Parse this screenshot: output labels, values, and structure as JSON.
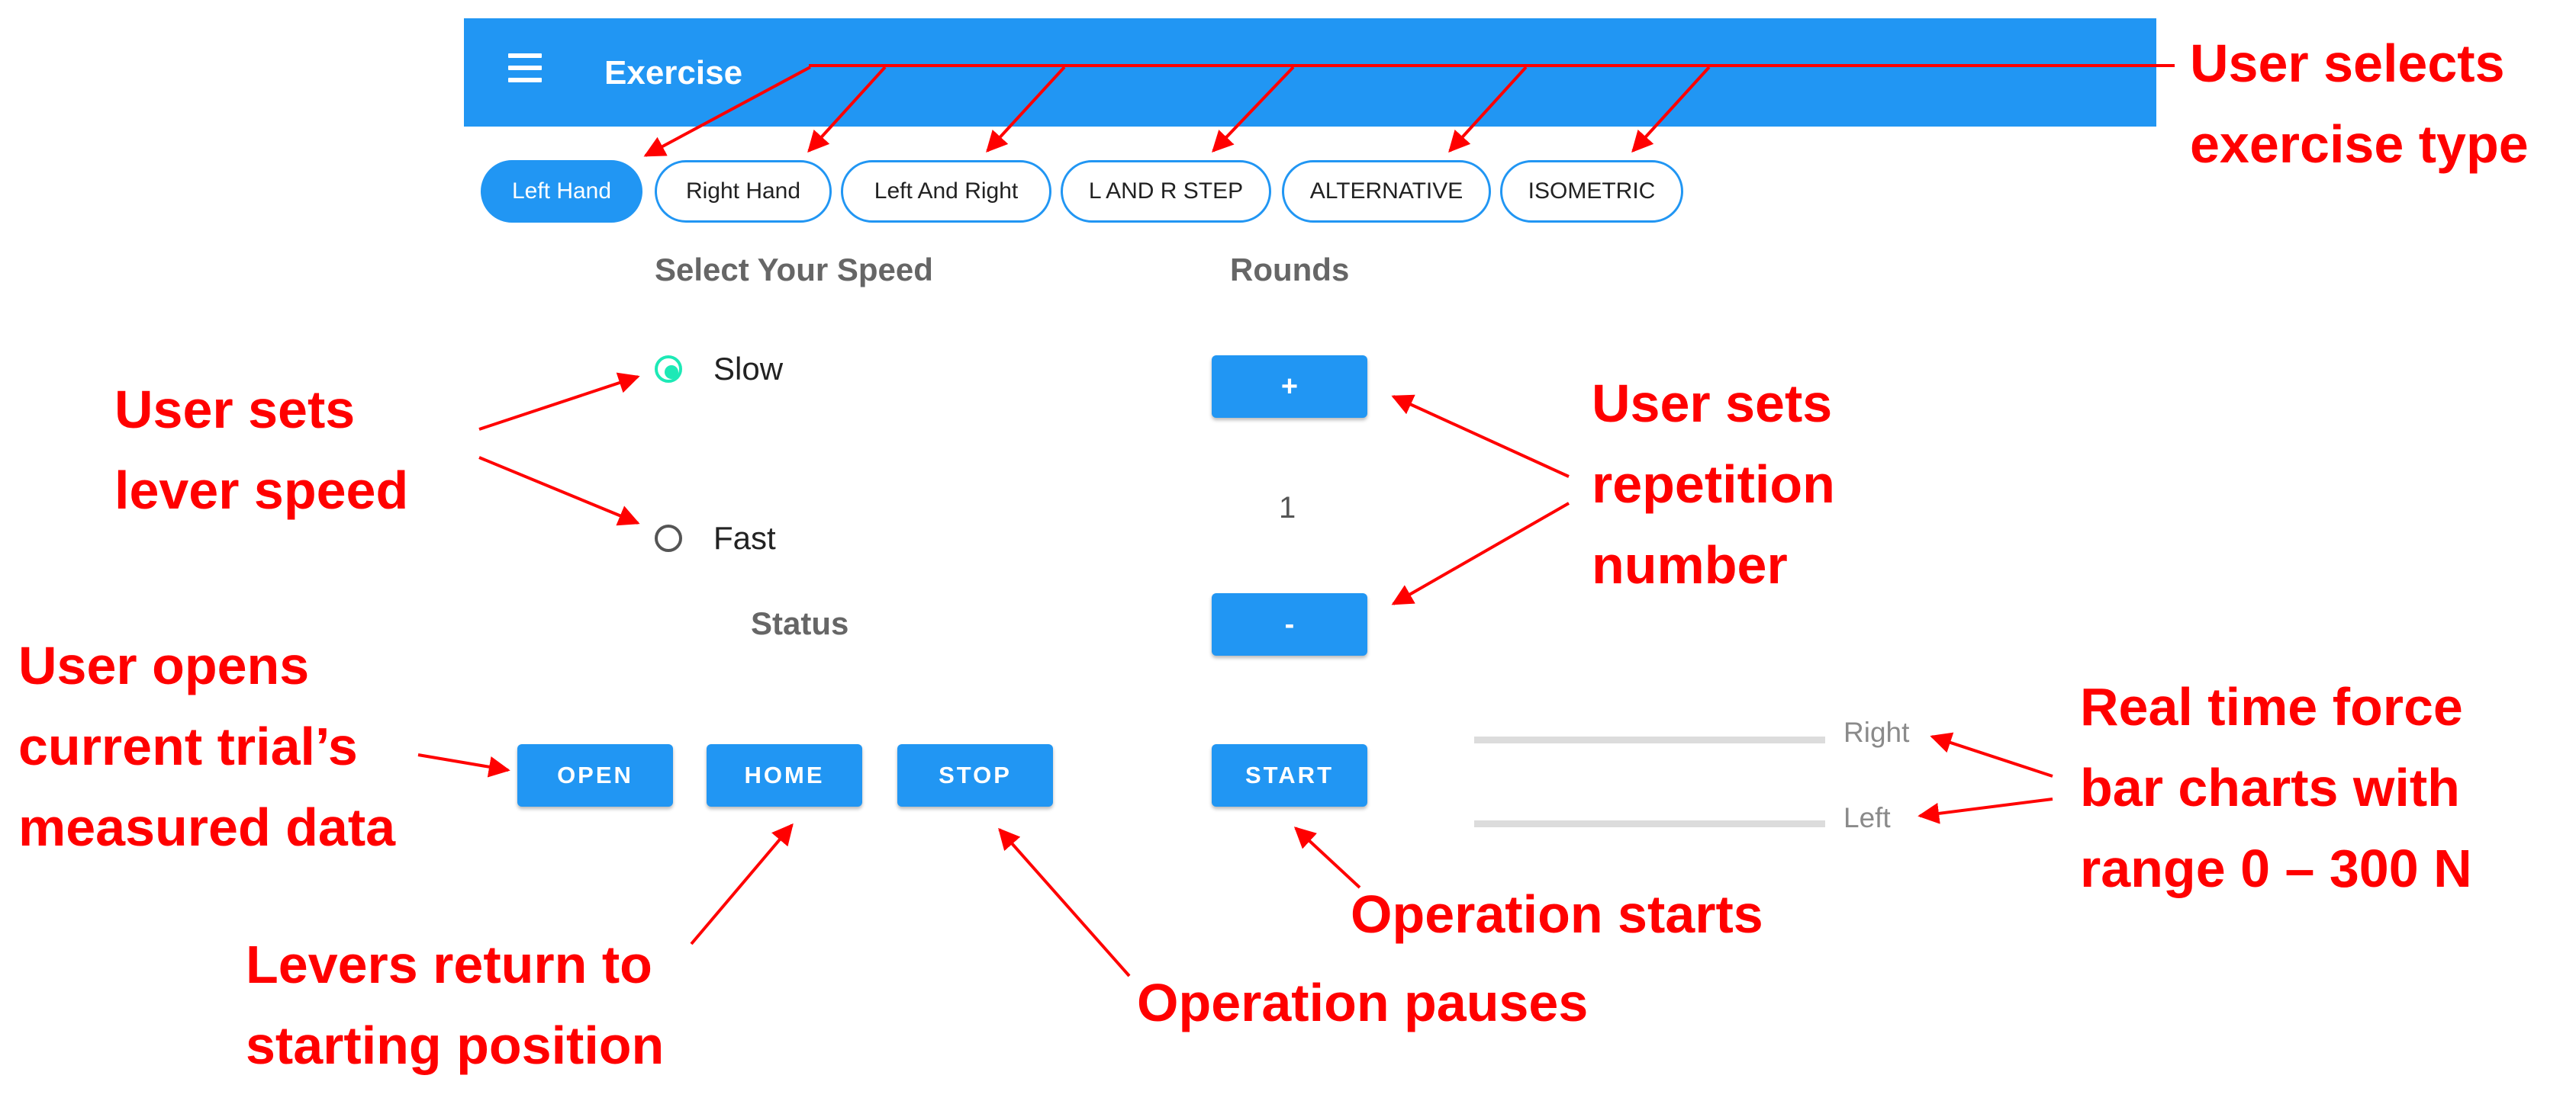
{
  "app": {
    "title": "Exercise"
  },
  "tabs": [
    {
      "label": "Left Hand",
      "selected": true
    },
    {
      "label": "Right Hand",
      "selected": false
    },
    {
      "label": "Left And Right",
      "selected": false
    },
    {
      "label": "L AND R STEP",
      "selected": false
    },
    {
      "label": "ALTERNATIVE",
      "selected": false
    },
    {
      "label": "ISOMETRIC",
      "selected": false
    }
  ],
  "speed": {
    "heading": "Select Your Speed",
    "options": [
      {
        "label": "Slow",
        "selected": true
      },
      {
        "label": "Fast",
        "selected": false
      }
    ]
  },
  "rounds": {
    "heading": "Rounds",
    "increment_label": "+",
    "value": "1",
    "decrement_label": "-"
  },
  "status": {
    "label": "Status"
  },
  "controls": {
    "open_label": "OPEN",
    "home_label": "HOME",
    "stop_label": "STOP",
    "start_label": "START"
  },
  "force_bars": {
    "right": {
      "label": "Right",
      "value": 0
    },
    "left": {
      "label": "Left",
      "value": 0
    },
    "max": 300,
    "unit": "N"
  },
  "colors": {
    "primary": "#2196f3",
    "radio_accent": "#1de9b6",
    "annotation": "#ff0000"
  },
  "annotations": {
    "exercise_type": [
      "User selects",
      "exercise type"
    ],
    "lever_speed": [
      "User sets",
      "lever speed"
    ],
    "repetition": [
      "User sets",
      "repetition",
      "number"
    ],
    "open_data": [
      "User opens",
      "current trial’s",
      "measured data"
    ],
    "home": [
      "Levers return to",
      "starting position"
    ],
    "pause": [
      "Operation pauses"
    ],
    "start": [
      "Operation starts"
    ],
    "force_charts": [
      "Real time force",
      "bar charts with",
      "range 0 – 300 N"
    ]
  }
}
